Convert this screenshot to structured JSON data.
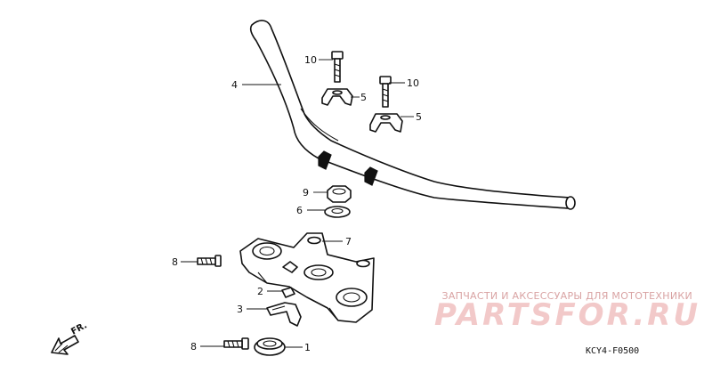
{
  "diagram": {
    "code": "KCY4-F0500",
    "direction_label": "FR.",
    "callouts": {
      "p10a": "10",
      "p10b": "10",
      "p4": "4",
      "p5a": "5",
      "p5b": "5",
      "p9": "9",
      "p6": "6",
      "p7": "7",
      "p8a": "8",
      "p2": "2",
      "p3": "3",
      "p8b": "8",
      "p1": "1"
    }
  },
  "watermark": {
    "tagline": "ЗАПЧАСТИ И АКСЕССУАРЫ ДЛЯ МОТОТЕХНИКИ",
    "logo_text": "PARTSFOR.RU",
    "color": "#f2c9c9"
  }
}
